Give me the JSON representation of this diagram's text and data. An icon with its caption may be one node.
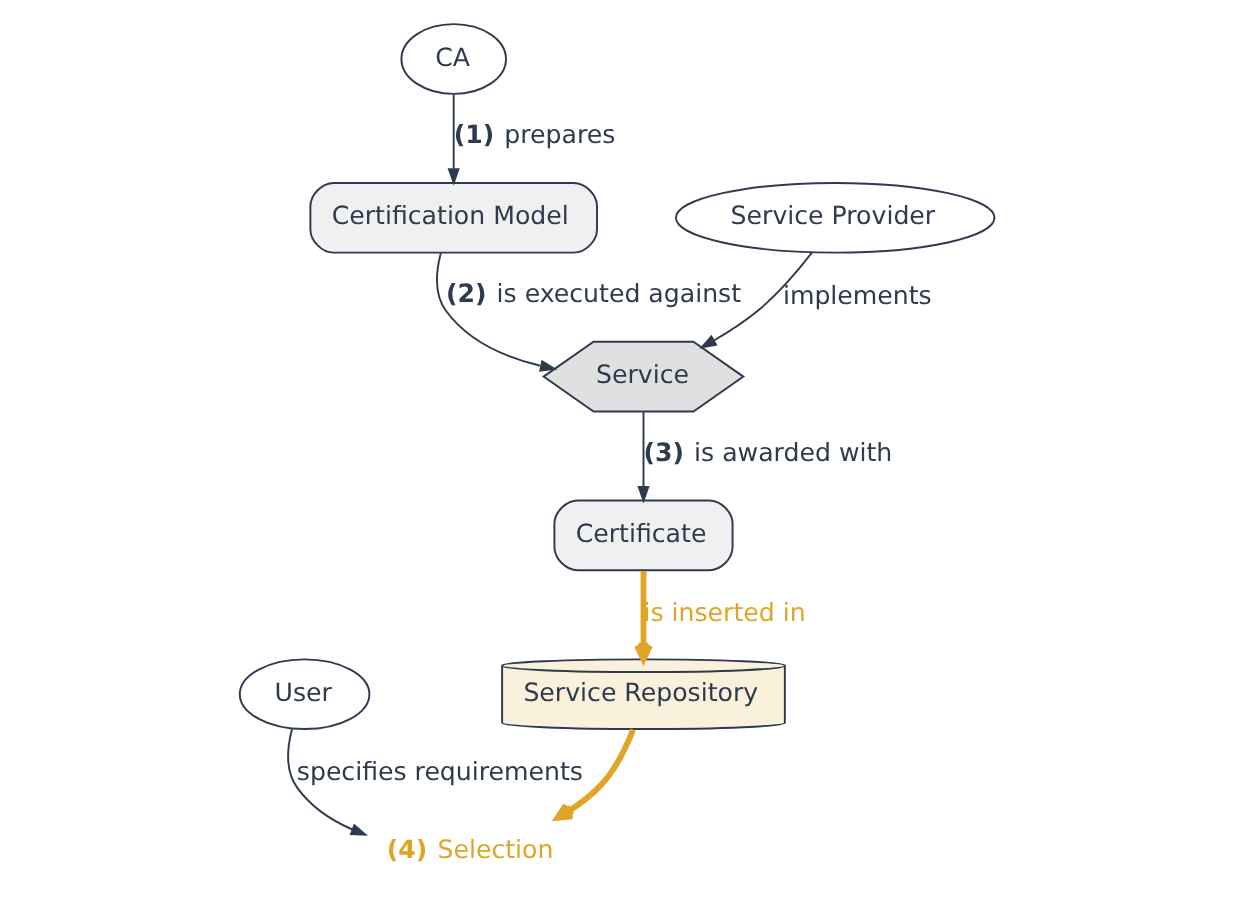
{
  "diagram": {
    "nodes": [
      {
        "text": [
          "User"
        ]
      },
      {
        "text": [
          "CA"
        ]
      },
      {
        "text": [
          "Certification Model"
        ]
      },
      {
        "text": [
          "Service Provider"
        ]
      },
      {
        "text": [
          "Service"
        ]
      },
      {
        "text": [
          "**(4)** Selection"
        ]
      },
      {
        "text": [
          "Service Repository"
        ]
      },
      {
        "text": [
          "Certificate"
        ]
      }
    ],
    "edges": [
      {
        "from": 1,
        "to": 2,
        "arrow": "to",
        "label": "**(1)** prepares"
      },
      {
        "from": 0,
        "to": 5,
        "arrow": "to",
        "label": "specifies requirements"
      },
      {
        "from": 2,
        "to": 4,
        "arrow": "to",
        "label": "**(2)** is executed against"
      },
      {
        "from": 3,
        "to": 4,
        "arrow": "to",
        "label": "implements"
      },
      {
        "from": 6,
        "to": 5,
        "arrow": "to",
        "style": "thick",
        "color": "#e0a526"
      },
      {
        "from": 4,
        "to": 7,
        "arrow": "to",
        "label": "**(3)** is awarded with"
      },
      {
        "from": 7,
        "to": 6,
        "arrow": "to",
        "label": "is inserted in",
        "style": "thick",
        "color": "#e0a526"
      }
    ]
  }
}
